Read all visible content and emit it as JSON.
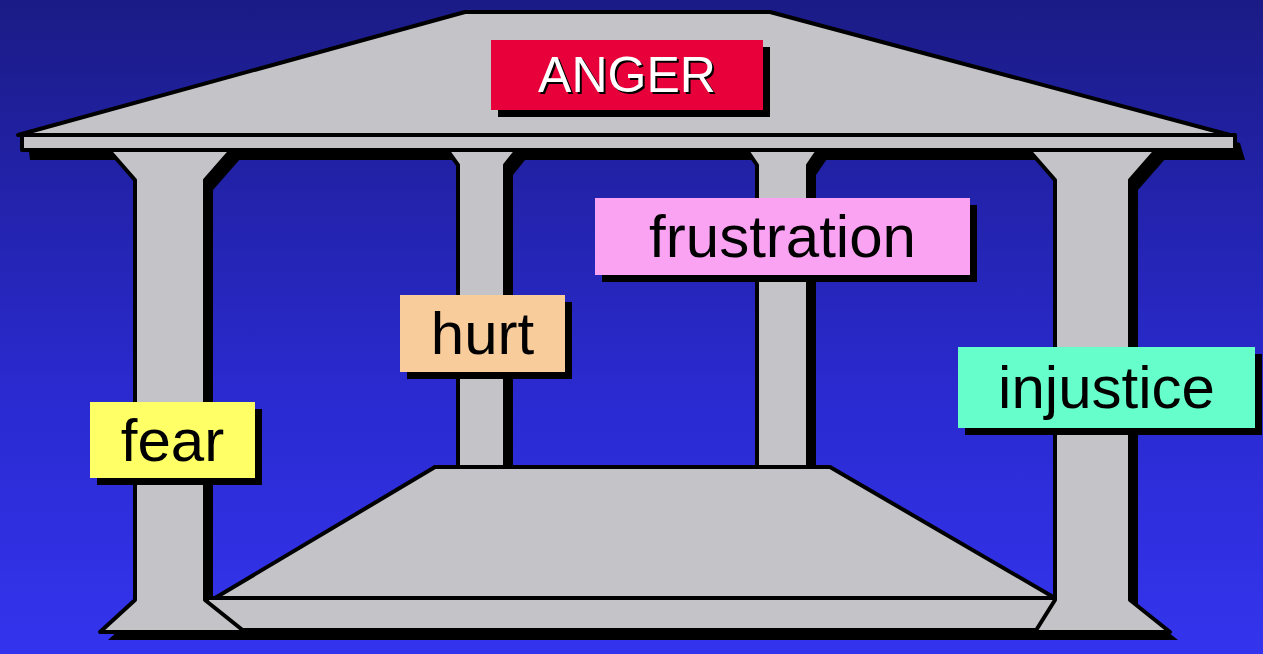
{
  "diagram": {
    "nodes": [
      {
        "text": [
          "ANGER"
        ]
      },
      {
        "text": [
          "frustration"
        ]
      },
      {
        "text": [
          "hurt"
        ]
      },
      {
        "text": [
          "injustice"
        ]
      },
      {
        "text": [
          "fear"
        ]
      }
    ]
  }
}
